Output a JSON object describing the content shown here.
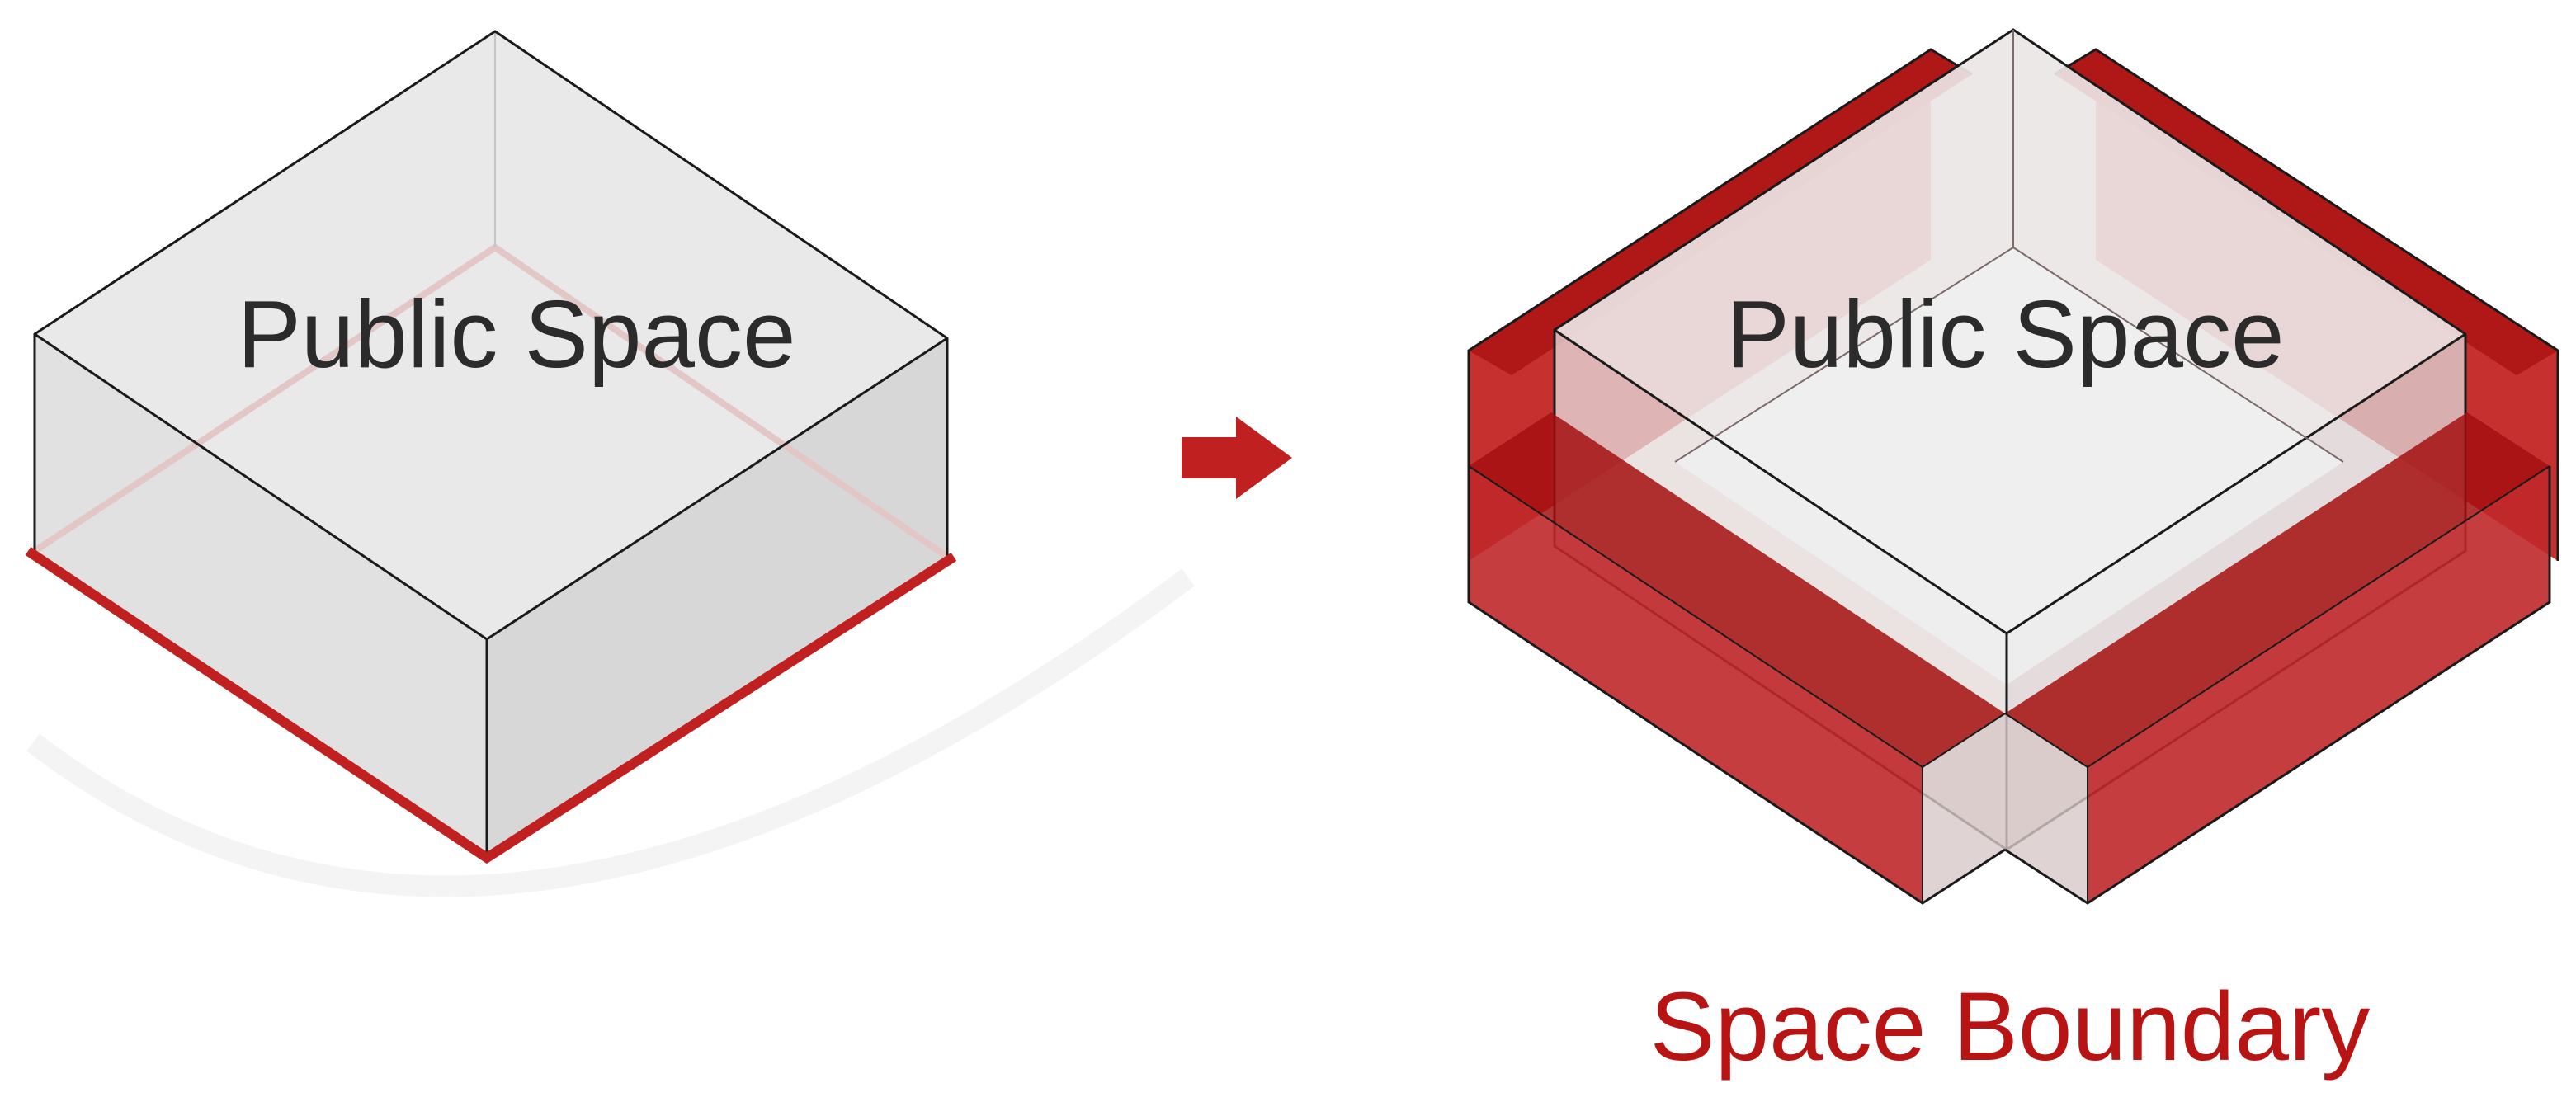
{
  "left": {
    "label": "Public Space"
  },
  "right": {
    "label": "Public Space",
    "caption": "Space Boundary"
  },
  "colors": {
    "box_top": "#e9e9e9",
    "box_left": "#e1e1e1",
    "box_right": "#d8d8d8",
    "boundary_red": "#c0201f",
    "boundary_dark_red": "#9c0d0d",
    "edge": "#1a1a1a",
    "arrow": "#c0201f",
    "label_dark": "#2b2b2b",
    "label_red": "#b81414"
  }
}
